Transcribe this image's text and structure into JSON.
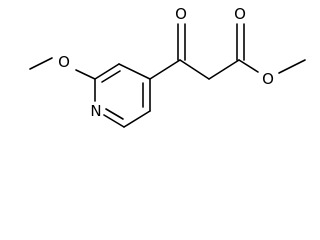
{
  "molecule": {
    "atoms": {
      "pyridine_n": "N",
      "carbonyl_o": "O",
      "ester_carbonyl_o": "O",
      "ester_o": "O",
      "methoxy_o": "O"
    }
  },
  "colors": {
    "bond": "#000000",
    "background": "#ffffff"
  }
}
